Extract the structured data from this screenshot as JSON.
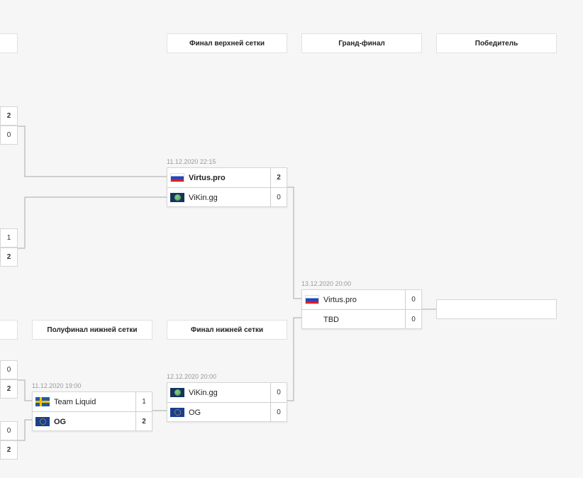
{
  "headers": {
    "upper_final": "Финал верхней сетки",
    "grand_final": "Гранд-финал",
    "winner": "Победитель",
    "lower_semifinal": "Полуфинал нижней сетки",
    "lower_final": "Финал нижней сетки"
  },
  "edge_scores": [
    "2",
    "0",
    "1",
    "2",
    "0",
    "2",
    "0",
    "2"
  ],
  "matches": {
    "upper_final": {
      "date": "11.12.2020 22:15",
      "team1": {
        "name": "Virtus.pro",
        "flag": "russia-flag",
        "score": "2"
      },
      "team2": {
        "name": "ViKin.gg",
        "flag": "world-flag",
        "score": "0"
      }
    },
    "grand_final": {
      "date": "13.12.2020 20:00",
      "team1": {
        "name": "Virtus.pro",
        "flag": "russia-flag",
        "score": "0"
      },
      "team2": {
        "name": "TBD",
        "flag": "",
        "score": "0"
      }
    },
    "lower_semifinal": {
      "date": "11.12.2020 19:00",
      "team1": {
        "name": "Team Liquid",
        "flag": "sweden-flag",
        "score": "1"
      },
      "team2": {
        "name": "OG",
        "flag": "eu-flag",
        "score": "2"
      }
    },
    "lower_final": {
      "date": "12.12.2020 20:00",
      "team1": {
        "name": "ViKin.gg",
        "flag": "world-flag",
        "score": "0"
      },
      "team2": {
        "name": "OG",
        "flag": "eu-flag",
        "score": "0"
      }
    }
  },
  "colors": {
    "background": "#f6f6f6",
    "card": "#ffffff",
    "line": "#a8a8a8"
  }
}
